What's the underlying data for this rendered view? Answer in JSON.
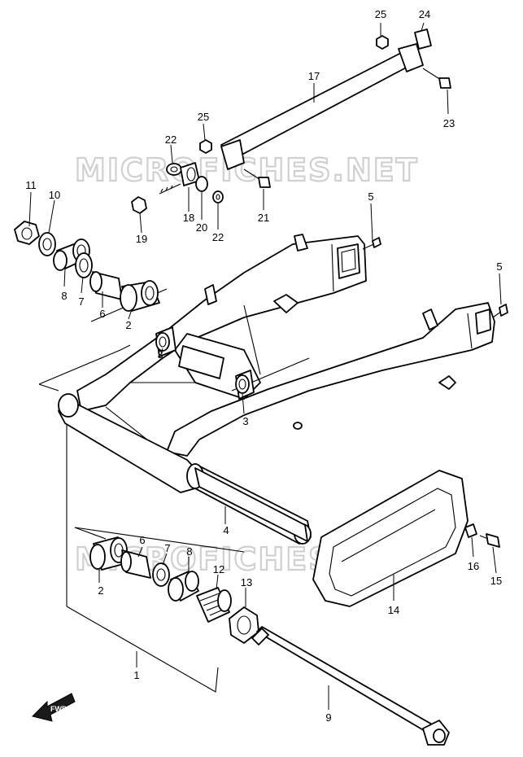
{
  "watermark": {
    "text": "MICROFICHES.NET"
  },
  "fwd_label": "FWD",
  "callouts": {
    "c1": "1",
    "c2a": "2",
    "c2b": "2",
    "c3a": "3",
    "c3b": "3",
    "c4": "4",
    "c5a": "5",
    "c5b": "5",
    "c6a": "6",
    "c6b": "6",
    "c7a": "7",
    "c7b": "7",
    "c8a": "8",
    "c8b": "8",
    "c9": "9",
    "c10": "10",
    "c11": "11",
    "c12": "12",
    "c13": "13",
    "c14": "14",
    "c15": "15",
    "c16": "16",
    "c17": "17",
    "c18": "18",
    "c19": "19",
    "c20": "20",
    "c21": "21",
    "c22a": "22",
    "c22b": "22",
    "c23": "23",
    "c24": "24",
    "c25a": "25",
    "c25b": "25"
  }
}
